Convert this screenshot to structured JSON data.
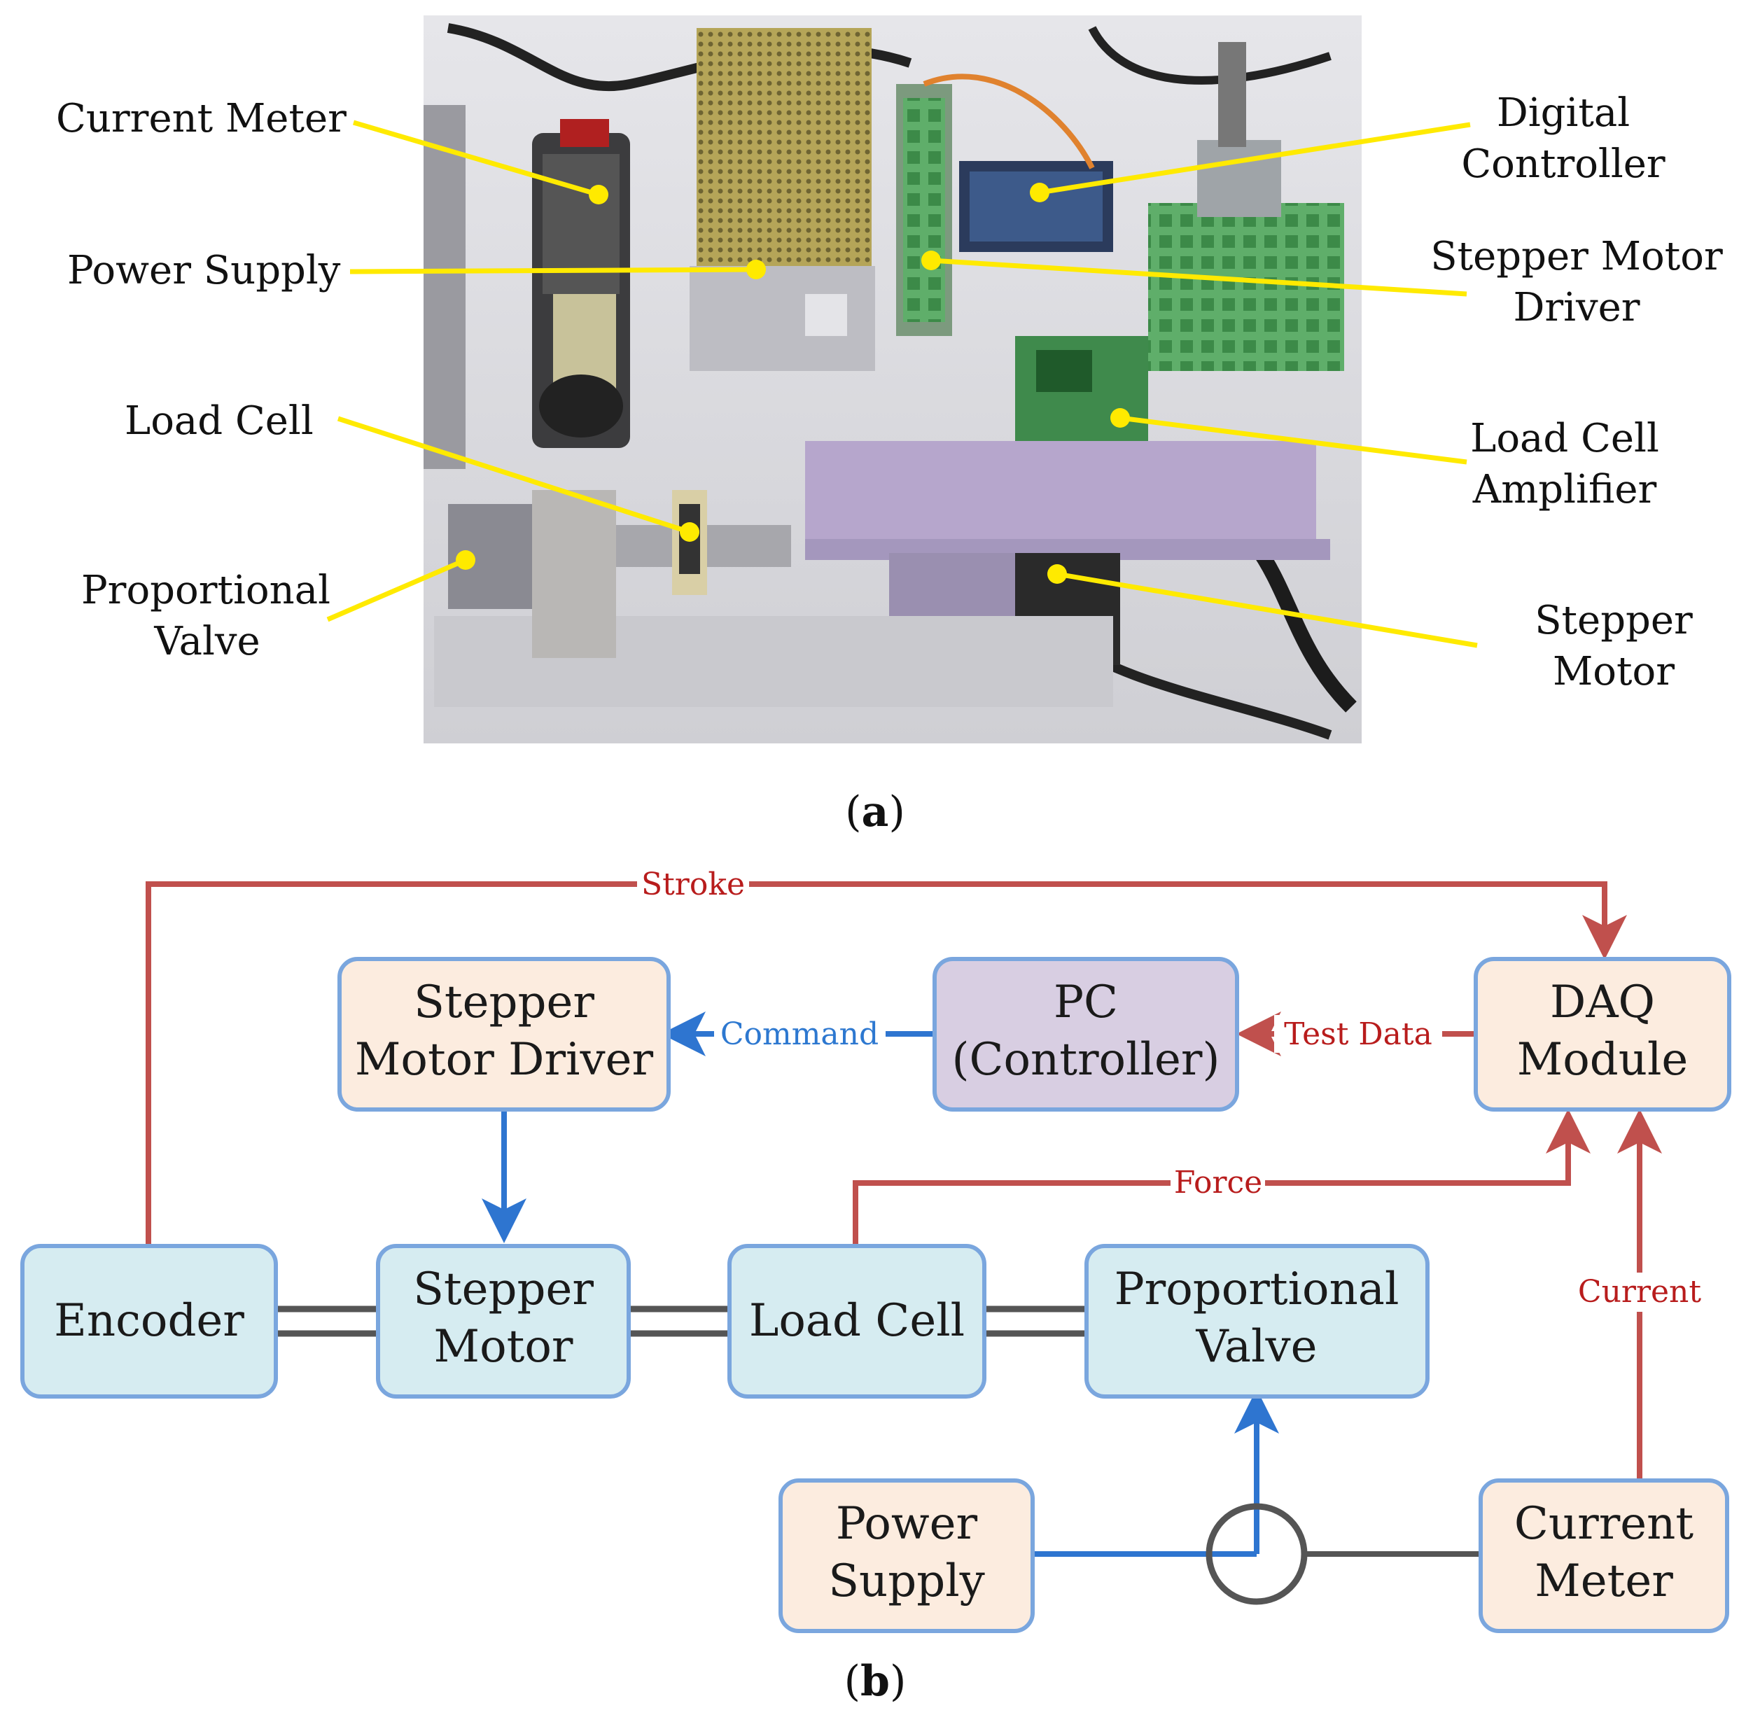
{
  "panel_a": {
    "caption_letter": "a",
    "photo_labels": {
      "current_meter": "Current Meter",
      "power_supply": "Power Supply",
      "load_cell": "Load Cell",
      "proportional_valve_1": "Proportional",
      "proportional_valve_2": "Valve",
      "digital_controller_1": "Digital",
      "digital_controller_2": "Controller",
      "stepper_motor_driver_1": "Stepper Motor",
      "stepper_motor_driver_2": "Driver",
      "load_cell_amplifier_1": "Load Cell",
      "load_cell_amplifier_2": "Amplifier",
      "stepper_motor_1": "Stepper",
      "stepper_motor_2": "Motor"
    },
    "colors": {
      "callout": "#ffea00"
    }
  },
  "panel_b": {
    "caption_letter": "b",
    "nodes": {
      "stepper_motor_driver": [
        "Stepper",
        "Motor Driver"
      ],
      "pc_controller": [
        "PC",
        "(Controller)"
      ],
      "daq_module": [
        "DAQ",
        "Module"
      ],
      "encoder": [
        "Encoder"
      ],
      "stepper_motor": [
        "Stepper",
        "Motor"
      ],
      "load_cell": [
        "Load Cell"
      ],
      "proportional_valve": [
        "Proportional",
        "Valve"
      ],
      "power_supply": [
        "Power",
        "Supply"
      ],
      "current_meter": [
        "Current",
        "Meter"
      ]
    },
    "edge_labels": {
      "stroke": "Stroke",
      "command": "Command",
      "test_data": "Test Data",
      "force": "Force",
      "current": "Current"
    },
    "colors": {
      "box_fill_peach": "#fcecdf",
      "box_fill_blue": "#d6ecf1",
      "box_fill_purple": "#d8cee2",
      "box_border": "#7aa6de",
      "signal_red": "#c0504d",
      "signal_blue": "#2e75d0",
      "mechanical_gray": "#555555"
    }
  }
}
